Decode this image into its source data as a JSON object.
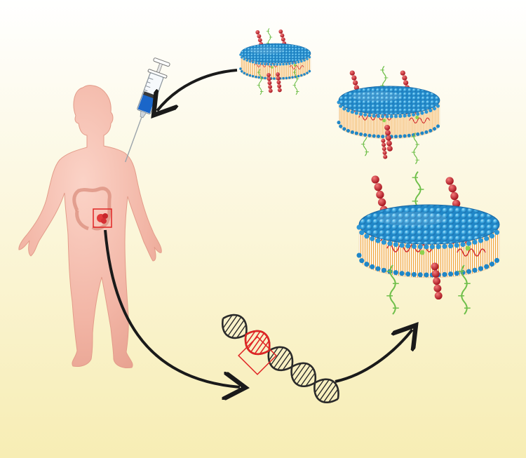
{
  "figure": {
    "background": {
      "top": "#ffffff",
      "bottom": "#f7edb4"
    },
    "colors": {
      "skin": "#f2b5a5",
      "skin_edge": "#e39c8a",
      "tumor": "#e23b3b",
      "highlight_box": "#e02424",
      "arrow": "#1a1a1a",
      "head_group": "#1e8ecf",
      "head_highlight": "#6cc6f5",
      "lipid_tail": "#f0a33a",
      "helix": "#d23030",
      "bead_chain": "#c41f2b",
      "dna_strand": "#6fbf4a",
      "syringe_liquid": "#1a66c9"
    },
    "components": [
      {
        "name": "human-body",
        "icon": "human-silhouette",
        "label": ""
      },
      {
        "name": "colon-tumor",
        "icon": "red-tumor-mass",
        "label": ""
      },
      {
        "name": "syringe",
        "icon": "syringe-icon",
        "label": ""
      },
      {
        "name": "dna-double-helix",
        "icon": "dna-icon",
        "label": ""
      },
      {
        "name": "nanodisc-small",
        "icon": "nanodisc-icon",
        "label": ""
      },
      {
        "name": "nanodisc-medium",
        "icon": "nanodisc-icon",
        "label": ""
      },
      {
        "name": "nanodisc-large",
        "icon": "nanodisc-icon",
        "label": ""
      }
    ],
    "flow": [
      {
        "from": "colon-tumor",
        "to": "dna-double-helix"
      },
      {
        "from": "dna-double-helix",
        "to": "nanodisc-large"
      },
      {
        "from": "nanodisc-small",
        "to": "syringe"
      }
    ],
    "text": []
  }
}
